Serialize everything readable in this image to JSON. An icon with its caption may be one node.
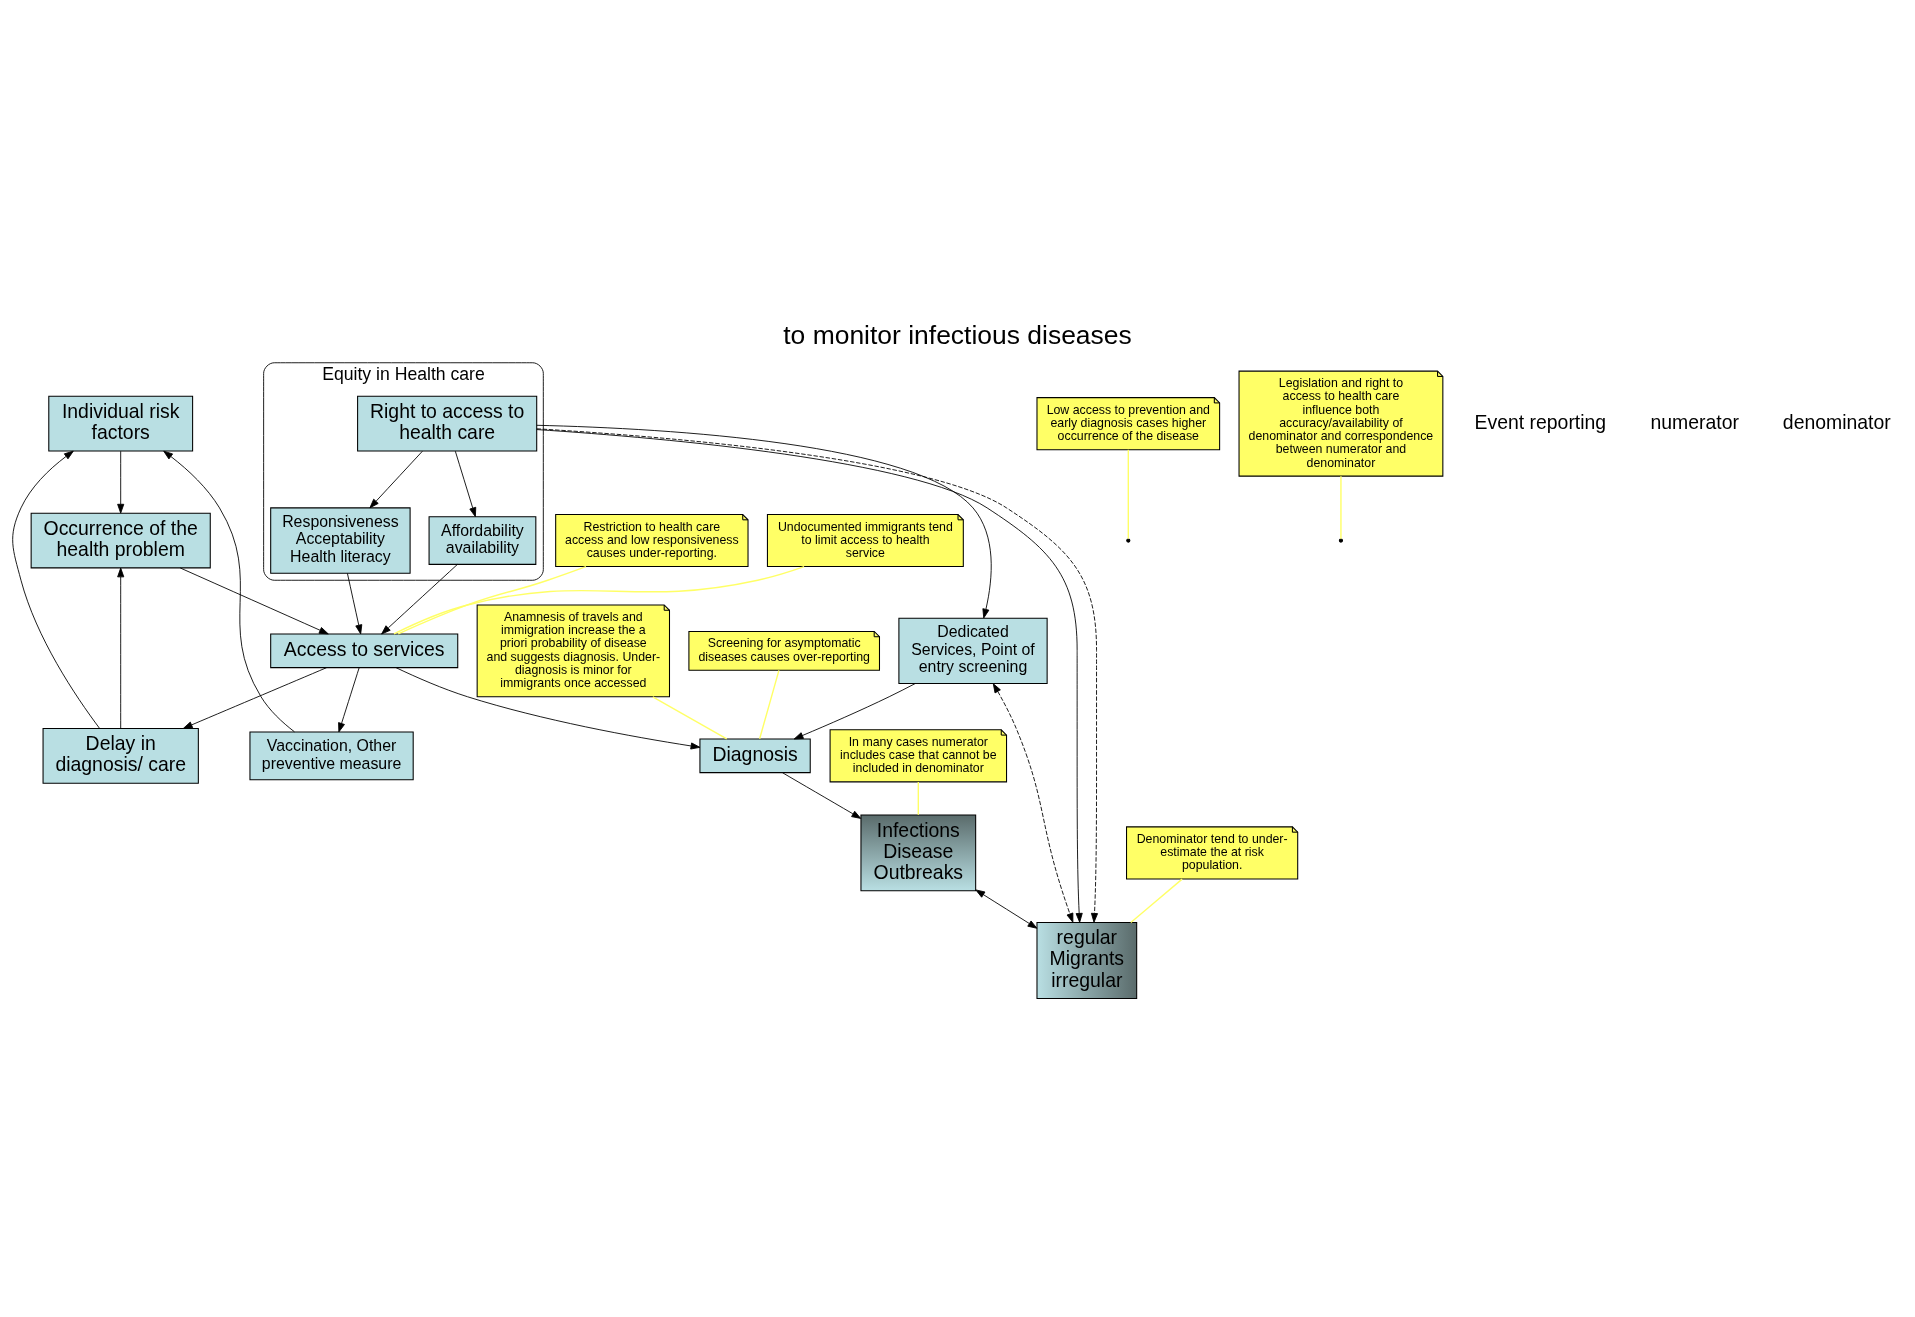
{
  "diagram": {
    "title": "to monitor infectious diseases",
    "nodes": [
      {
        "text": [
          "Individual risk factors"
        ]
      },
      {
        "text": [
          "Delay in diagnosis/ care"
        ]
      },
      {
        "text": [
          "Vaccination, Other preventive measure"
        ]
      },
      {
        "text": [
          "Occurrence of the health problem"
        ]
      },
      {
        "text": [
          "Access to services"
        ]
      },
      {
        "text": [
          "Diagnosis"
        ]
      },
      {
        "text": [
          "Infections",
          "Disease",
          "Outbreaks"
        ]
      },
      {
        "text": [
          "Equity in Health care"
        ]
      },
      {
        "text": [
          "Responsiveness Acceptability Health literacy"
        ],
        "in": 7
      },
      {
        "text": [
          "Affordability availability"
        ],
        "in": 7
      },
      {
        "text": [
          "Dedicated Services, Point of entry screening"
        ]
      },
      {
        "text": [
          "regular",
          "Migrants",
          "irregular"
        ]
      },
      {
        "text": [
          "Right to access to health care"
        ],
        "in": 7
      },
      {
        "text": [
          "Low access to prevention and early diagnosis cases higher occurrence of the disease"
        ]
      },
      {
        "text": [
          "Anamnesis of travels and immigration increase the a priori probability of disease and suggests diagnosis. Under-diagnosis is minor for immigrants once accessed"
        ]
      },
      {
        "text": [
          "Screening for asymptomatic diseases causes over-reporting"
        ]
      },
      {
        "text": [
          "In many cases numerator includes case that cannot be included in denominator"
        ]
      },
      {
        "text": [
          "Restriction to health care access and low responsiveness causes under-reporting."
        ]
      },
      {
        "text": [
          "Undocumented immigrants tend to limit access to health service"
        ]
      },
      {
        "text": [
          "Denominator tend to under-estimate the at risk population."
        ]
      },
      {
        "text": [
          "Legislation and right to access to health care influence both accuracy/availability of denominator and correspondence between numerator and denominator"
        ]
      }
    ],
    "edges": [
      {
        "from": 0,
        "to": 3,
        "arrow": "to"
      },
      {
        "from": 1,
        "to": 0,
        "arrow": "to"
      },
      {
        "from": 1,
        "to": 3,
        "arrow": "to"
      },
      {
        "from": 2,
        "to": 0,
        "arrow": "to"
      },
      {
        "from": 4,
        "to": 1,
        "arrow": "to"
      },
      {
        "from": 4,
        "to": 2,
        "arrow": "to"
      },
      {
        "from": 3,
        "to": 4,
        "arrow": "to"
      },
      {
        "from": 4,
        "to": 5,
        "arrow": "to"
      },
      {
        "from": 5,
        "to": 6,
        "arrow": "to"
      },
      {
        "from": 8,
        "to": 4,
        "arrow": "to"
      },
      {
        "from": 9,
        "to": 4,
        "arrow": "to"
      },
      {
        "from": 10,
        "to": 5,
        "arrow": "to"
      },
      {
        "from": 12,
        "to": 8,
        "arrow": "to"
      },
      {
        "from": 12,
        "to": 9,
        "arrow": "to"
      },
      {
        "from": 12,
        "to": 10,
        "arrow": "to"
      },
      {
        "from": 12,
        "to": 11,
        "arrow": "to"
      },
      {
        "from": 10,
        "to": 11,
        "arrow": "both",
        "style": "dashed"
      },
      {
        "from": 6,
        "to": 11,
        "arrow": "both"
      },
      {
        "from": 12,
        "to": 11,
        "arrow": "to",
        "style": "dashed"
      },
      {
        "from": 13,
        "to": null,
        "arrow": "none",
        "color": "#ffff66"
      },
      {
        "from": 14,
        "to": 5,
        "arrow": "none",
        "color": "#ffff66"
      },
      {
        "from": 15,
        "to": 5,
        "arrow": "none",
        "color": "#ffff66"
      },
      {
        "from": 16,
        "to": 6,
        "arrow": "none",
        "color": "#ffff66"
      },
      {
        "from": 17,
        "to": 4,
        "arrow": "none",
        "color": "#ffff66"
      },
      {
        "from": 18,
        "to": 4,
        "arrow": "none",
        "color": "#ffff66"
      },
      {
        "from": 19,
        "to": 11,
        "arrow": "none",
        "color": "#ffff66"
      },
      {
        "from": 20,
        "to": null,
        "arrow": "none",
        "color": "#ffff66"
      }
    ],
    "labels": [
      "Event reporting",
      "numerator",
      "denominator"
    ]
  }
}
